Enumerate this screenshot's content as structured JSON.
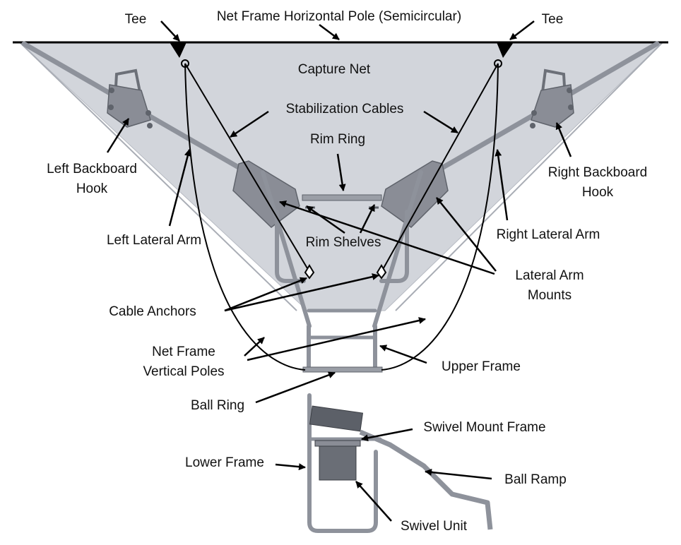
{
  "labels": {
    "tee_left": "Tee",
    "tee_right": "Tee",
    "horizontal_pole": "Net Frame Horizontal Pole (Semicircular)",
    "capture_net": "Capture Net",
    "stabilization_cables": "Stabilization Cables",
    "rim_ring": "Rim Ring",
    "left_backboard_hook_1": "Left Backboard",
    "left_backboard_hook_2": "Hook",
    "right_backboard_hook_1": "Right Backboard",
    "right_backboard_hook_2": "Hook",
    "left_lateral_arm": "Left Lateral Arm",
    "right_lateral_arm": "Right Lateral Arm",
    "rim_shelves": "Rim Shelves",
    "lateral_arm_mounts_1": "Lateral Arm",
    "lateral_arm_mounts_2": "Mounts",
    "cable_anchors": "Cable Anchors",
    "net_frame_vertical_poles_1": "Net Frame",
    "net_frame_vertical_poles_2": "Vertical Poles",
    "upper_frame": "Upper Frame",
    "ball_ring": "Ball Ring",
    "swivel_mount_frame": "Swivel Mount Frame",
    "lower_frame": "Lower Frame",
    "ball_ramp": "Ball Ramp",
    "swivel_unit": "Swivel Unit"
  },
  "colors": {
    "net_fill": "#d2d5db",
    "metal": "#8e929b",
    "metal_dark": "#5f636b",
    "plate": "#8a8d96",
    "line": "#000000"
  }
}
